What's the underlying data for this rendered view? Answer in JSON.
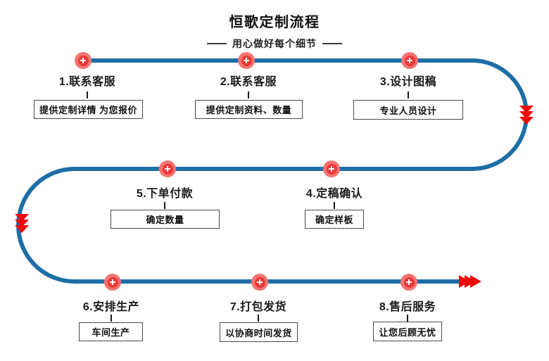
{
  "header": {
    "title": "恒歌定制流程",
    "subtitle": "用心做好每个细节"
  },
  "steps": [
    {
      "label": "1.联系客服",
      "detail": "提供定制详情 为您报价"
    },
    {
      "label": "2.联系客服",
      "detail": "提供定制资料、数量"
    },
    {
      "label": "3.设计图稿",
      "detail": "专业人员设计"
    },
    {
      "label": "4.定稿确认",
      "detail": "确定样板"
    },
    {
      "label": "5.下单付款",
      "detail": "确定数量"
    },
    {
      "label": "6.安排生产",
      "detail": "车间生产"
    },
    {
      "label": "7.打包发货",
      "detail": "以协商时间发货"
    },
    {
      "label": "8.售后服务",
      "detail": "让您后顾无忧"
    }
  ],
  "colors": {
    "path": "#1e6ea6",
    "marker": "#ee3636",
    "ring": "#f47472",
    "arrow": "#ee0a0a",
    "text": "#1a1a1a"
  }
}
